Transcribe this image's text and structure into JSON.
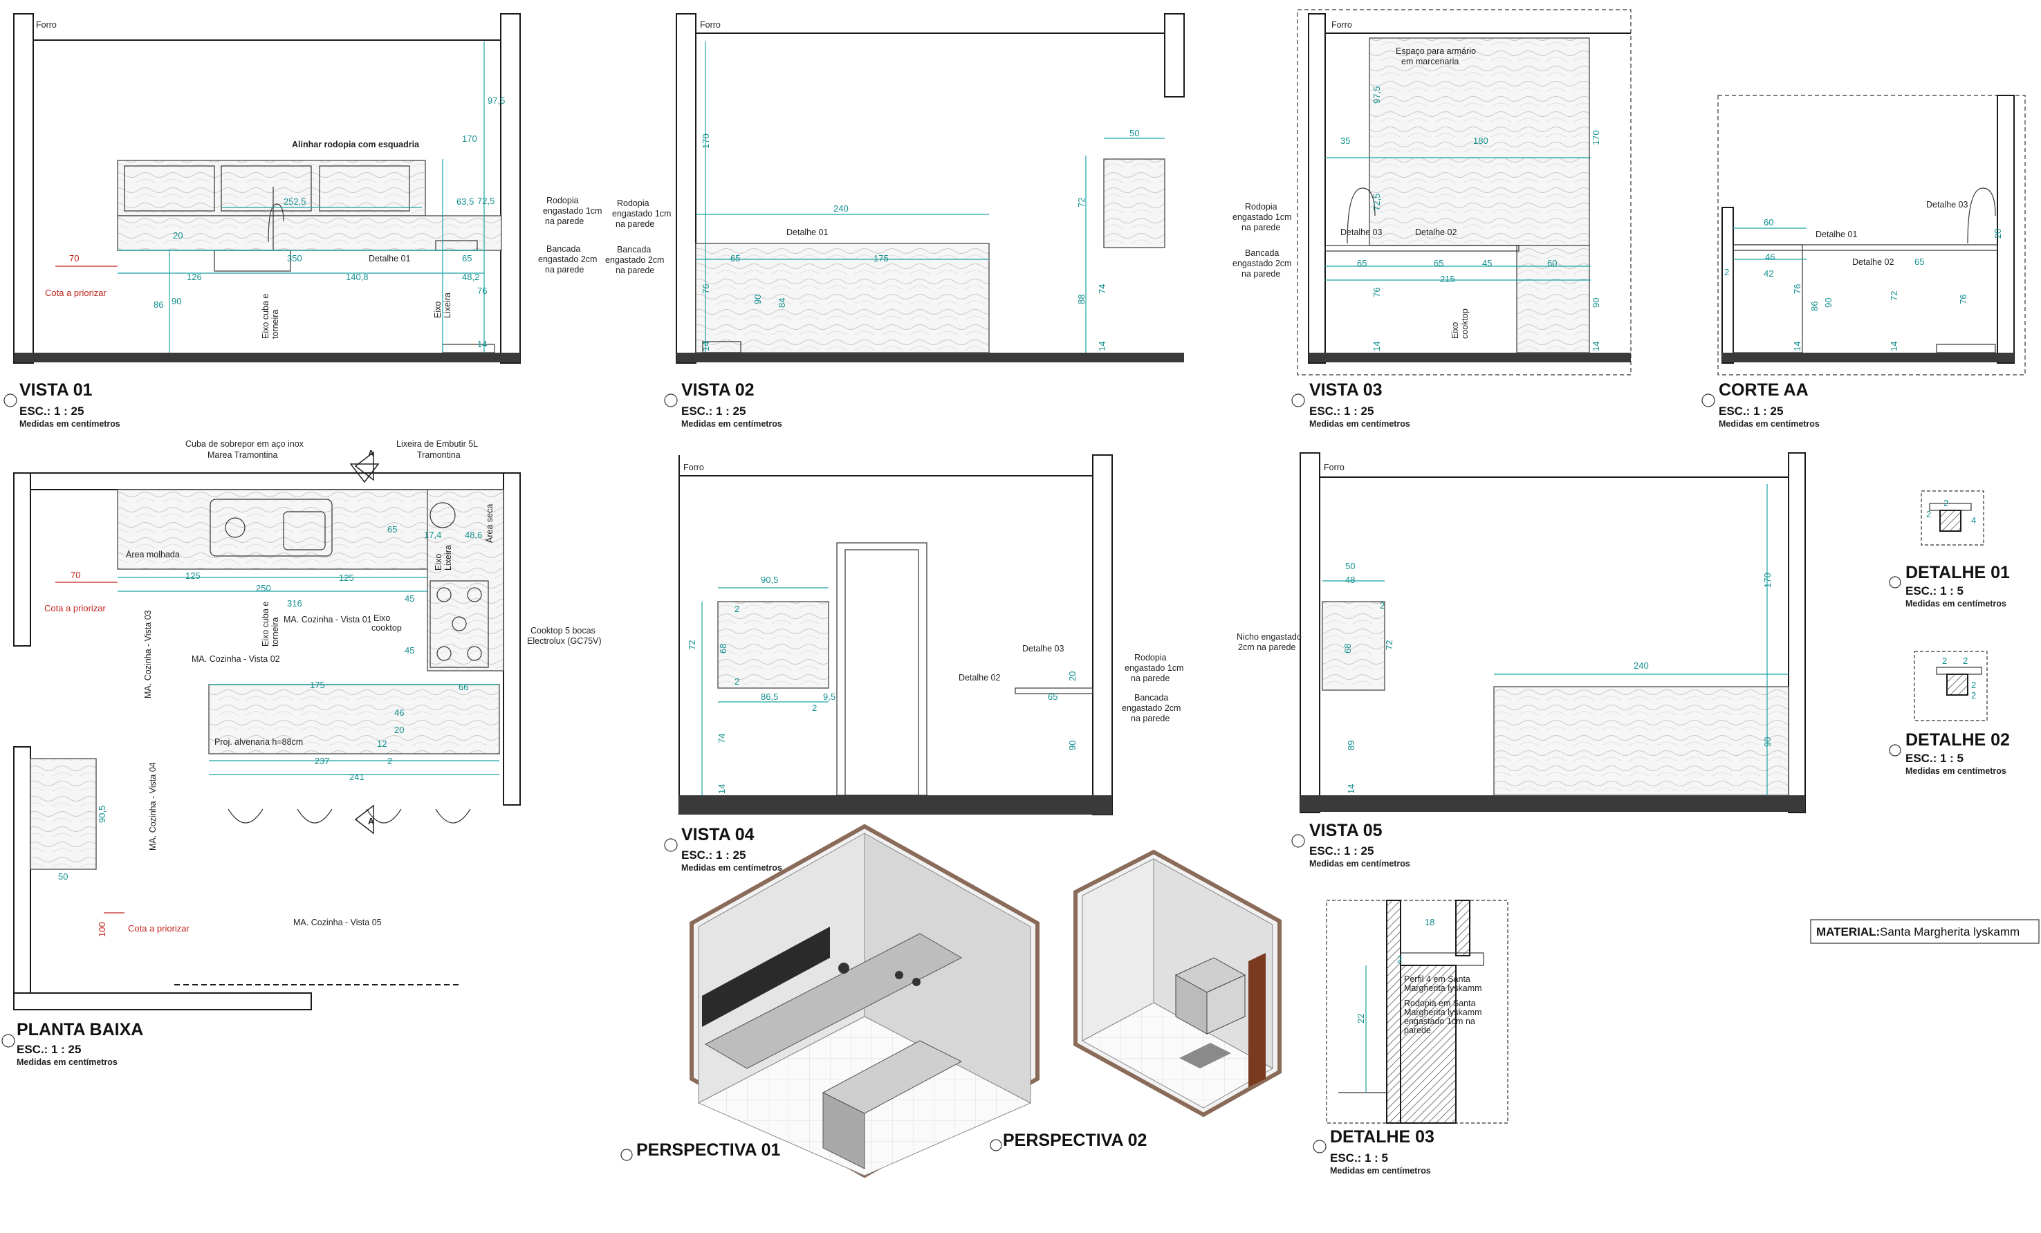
{
  "common": {
    "esc_label": "ESC.:",
    "medidas": "Medidas em centímetros",
    "forro": "Forro"
  },
  "views": {
    "vista01": {
      "title": "VISTA 01",
      "scale": "1 : 25"
    },
    "vista02": {
      "title": "VISTA 02",
      "scale": "1 : 25"
    },
    "vista03": {
      "title": "VISTA 03",
      "scale": "1 : 25"
    },
    "corte_aa": {
      "title": "CORTE AA",
      "scale": "1 : 25"
    },
    "planta": {
      "title": "PLANTA BAIXA",
      "scale": "1 : 25"
    },
    "vista04": {
      "title": "VISTA 04",
      "scale": "1 : 25"
    },
    "vista05": {
      "title": "VISTA 05",
      "scale": "1 : 25"
    },
    "detalhe01": {
      "title": "DETALHE 01",
      "scale": "1 : 5"
    },
    "detalhe02": {
      "title": "DETALHE 02",
      "scale": "1 : 5"
    },
    "detalhe03": {
      "title": "DETALHE 03",
      "scale": "1 : 5"
    },
    "persp01": {
      "title": "PERSPECTIVA 01"
    },
    "persp02": {
      "title": "PERSPECTIVA 02"
    }
  },
  "material": {
    "label": "MATERIAL:",
    "value": "Santa Margherita lyskamm"
  },
  "notes": {
    "alinhar": "Alinhar rodopia com esquadria",
    "rodopia": [
      "Rodopia",
      "engastado 1cm",
      "na parede"
    ],
    "bancada": [
      "Bancada",
      "engastado 2cm",
      "na parede"
    ],
    "cota": "Cota a priorizar",
    "detalhe01": "Detalhe 01",
    "detalhe02": "Detalhe 02",
    "detalhe03": "Detalhe 03",
    "eixo_cuba": [
      "Eixo cuba e",
      "torneira"
    ],
    "eixo_lixeira": [
      "Eixo",
      "Lixeira"
    ],
    "eixo_cooktop": [
      "Eixo",
      "cooktop"
    ],
    "espaco": [
      "Espaço para armário",
      "em marcenaria"
    ],
    "cuba": [
      "Cuba de sobrepor em aço inox",
      "Marea  Tramontina"
    ],
    "lixeira": [
      "Lixeira de Embutir 5L",
      "Tramontina"
    ],
    "area_molhada": "Área molhada",
    "area_seca": "Área seca",
    "cooktop": [
      "Cooktop 5 bocas",
      "Electrolux (GC75V)"
    ],
    "proj": "Proj. alvenaria h=88cm",
    "nicho": [
      "Nicho engastado",
      "2cm na parede"
    ],
    "ma_v01": "MA. Cozinha - Vista 01",
    "ma_v02": "MA. Cozinha - Vista 02",
    "ma_v03": "MA. Cozinha - Vista 03",
    "ma_v04": "MA. Cozinha - Vista 04",
    "ma_v05": "MA. Cozinha - Vista 05",
    "det03_text": [
      "Perfil 4 em Santa",
      "Margherita lyskamm",
      "Rodopia em Santa",
      "Margherita lyskamm",
      "engastado 1cm na",
      "parede"
    ],
    "section_mark": "A"
  },
  "dims": {
    "v01": [
      "97,5",
      "170",
      "252,5",
      "63,5",
      "72,5",
      "20",
      "350",
      "65",
      "126",
      "140,8",
      "48,2",
      "86",
      "90",
      "76",
      "14",
      "70"
    ],
    "v02": [
      "170",
      "240",
      "50",
      "72",
      "65",
      "175",
      "76",
      "90",
      "84",
      "88",
      "74",
      "14",
      "14"
    ],
    "v03": [
      "97,5",
      "35",
      "180",
      "170",
      "72,5",
      "65",
      "65",
      "45",
      "60",
      "215",
      "76",
      "90",
      "14",
      "14"
    ],
    "corte": [
      "60",
      "46",
      "42",
      "2",
      "20",
      "65",
      "86",
      "90",
      "76",
      "14",
      "14",
      "72",
      "76"
    ],
    "planta": [
      "65",
      "17,4",
      "48,6",
      "125",
      "125",
      "250",
      "316",
      "45",
      "45",
      "175",
      "66",
      "46",
      "20",
      "12",
      "237",
      "241",
      "90,5",
      "50",
      "70",
      "100",
      "2"
    ],
    "v04": [
      "90,5",
      "72",
      "68",
      "86,5",
      "9,5",
      "2",
      "2",
      "20",
      "65",
      "74",
      "90",
      "14",
      "2"
    ],
    "v05": [
      "50",
      "48",
      "68",
      "72",
      "240",
      "170",
      "89",
      "90",
      "14",
      "2"
    ],
    "det01": [
      "2",
      "2",
      "4"
    ],
    "det02": [
      "2",
      "2",
      "2",
      "2"
    ],
    "det03": [
      "18",
      "2",
      "22"
    ]
  }
}
